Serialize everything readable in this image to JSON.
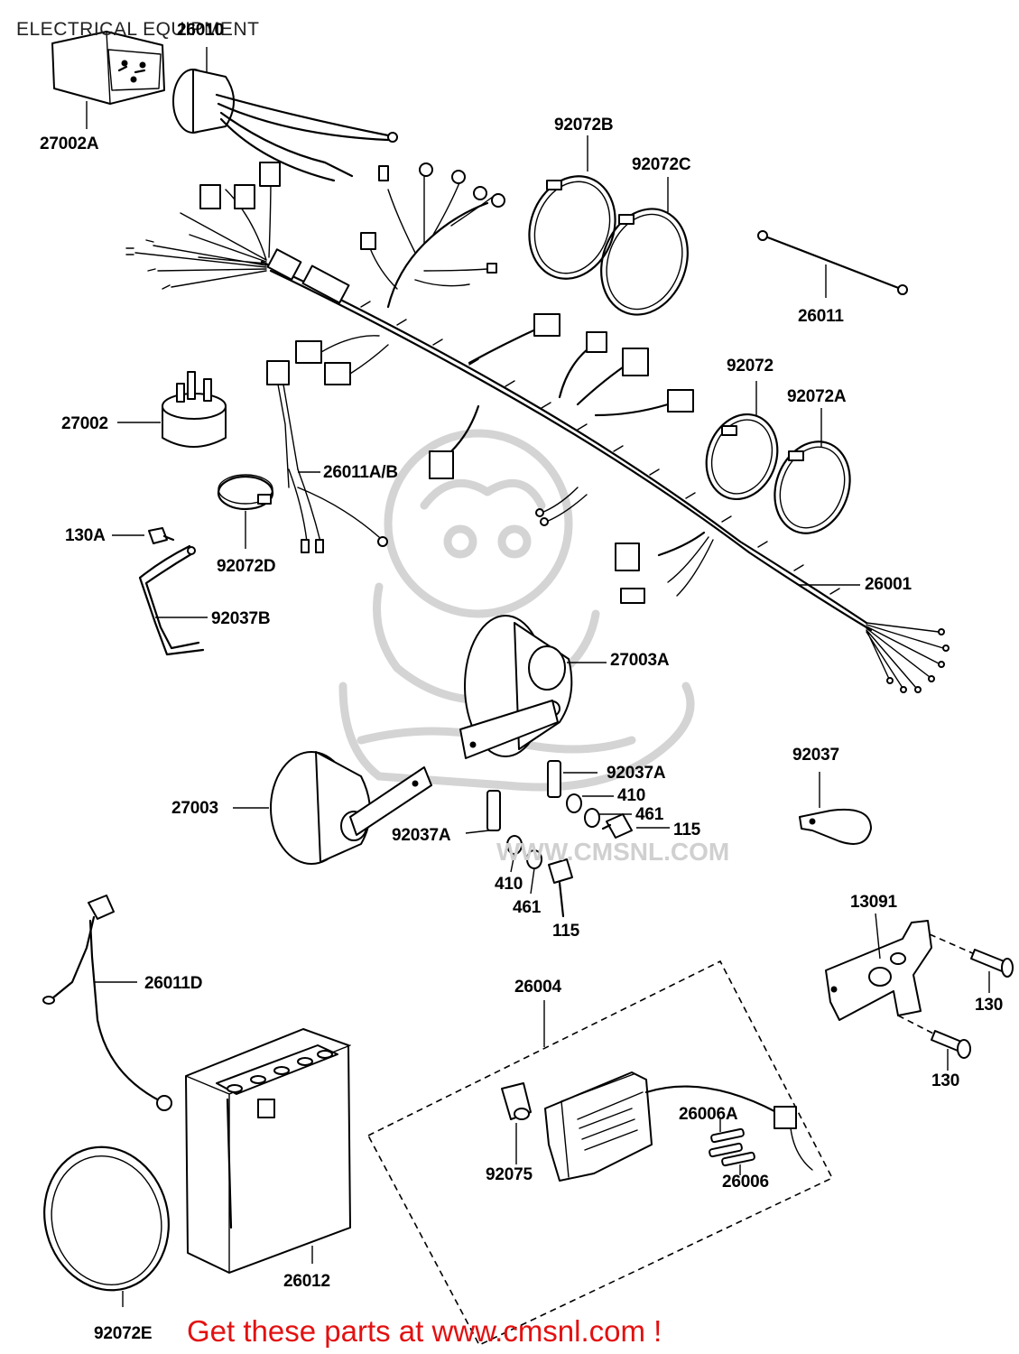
{
  "title": "ELECTRICAL EQUIPMENT",
  "footer": "Get these parts at www.cmsnl.com !",
  "watermark_url": "WWW.CMSNL.COM",
  "colors": {
    "ink": "#000000",
    "footer_text": "#e31010",
    "watermark": "#d4d4d4",
    "background": "#ffffff"
  },
  "parts": [
    {
      "key": "p27002A",
      "label": "27002A"
    },
    {
      "key": "p26010",
      "label": "26010"
    },
    {
      "key": "p92072B",
      "label": "92072B"
    },
    {
      "key": "p92072C",
      "label": "92072C"
    },
    {
      "key": "p26011",
      "label": "26011"
    },
    {
      "key": "p92072",
      "label": "92072"
    },
    {
      "key": "p92072A",
      "label": "92072A"
    },
    {
      "key": "p27002",
      "label": "27002"
    },
    {
      "key": "p26011AB",
      "label": "26011A/B"
    },
    {
      "key": "p130A",
      "label": "130A"
    },
    {
      "key": "p92072D",
      "label": "92072D"
    },
    {
      "key": "p92037B",
      "label": "92037B"
    },
    {
      "key": "p26001",
      "label": "26001"
    },
    {
      "key": "p27003A",
      "label": "27003A"
    },
    {
      "key": "p92037",
      "label": "92037"
    },
    {
      "key": "p92037A_r",
      "label": "92037A"
    },
    {
      "key": "p410_r",
      "label": "410"
    },
    {
      "key": "p461_r",
      "label": "461"
    },
    {
      "key": "p115_r",
      "label": "115"
    },
    {
      "key": "p27003",
      "label": "27003"
    },
    {
      "key": "p92037A_l",
      "label": "92037A"
    },
    {
      "key": "p410_l",
      "label": "410"
    },
    {
      "key": "p461_l",
      "label": "461"
    },
    {
      "key": "p115_l",
      "label": "115"
    },
    {
      "key": "p13091",
      "label": "13091"
    },
    {
      "key": "p130_top",
      "label": "130"
    },
    {
      "key": "p130_bot",
      "label": "130"
    },
    {
      "key": "p26011D",
      "label": "26011D"
    },
    {
      "key": "p26004",
      "label": "26004"
    },
    {
      "key": "p26006A",
      "label": "26006A"
    },
    {
      "key": "p26006",
      "label": "26006"
    },
    {
      "key": "p92075",
      "label": "92075"
    },
    {
      "key": "p26012",
      "label": "26012"
    },
    {
      "key": "p92072E",
      "label": "92072E"
    }
  ]
}
